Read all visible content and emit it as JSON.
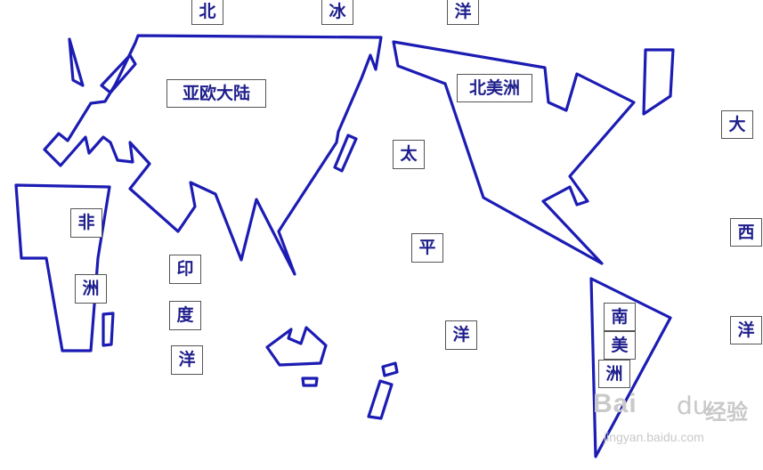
{
  "labels": {
    "arctic_1": "北",
    "arctic_2": "冰",
    "arctic_3": "洋",
    "eurasia": "亚欧大陆",
    "north_america": "北美洲",
    "pacific_1": "太",
    "pacific_2": "平",
    "pacific_3": "洋",
    "africa_1": "非",
    "africa_2": "洲",
    "indian_1": "印",
    "indian_2": "度",
    "indian_3": "洋",
    "south_america_1": "南",
    "south_america_2": "美",
    "south_america_3": "洲",
    "atlantic_1": "大",
    "atlantic_2": "西",
    "atlantic_3": "洋"
  },
  "watermark": {
    "brand": "Bai",
    "paw": "du",
    "jingyan": "经验",
    "url": "jingyan.baidu.com"
  },
  "colors": {
    "land_outline": "#1c1cb4",
    "label_text": "#1e1e8c",
    "label_border": "#555555"
  }
}
